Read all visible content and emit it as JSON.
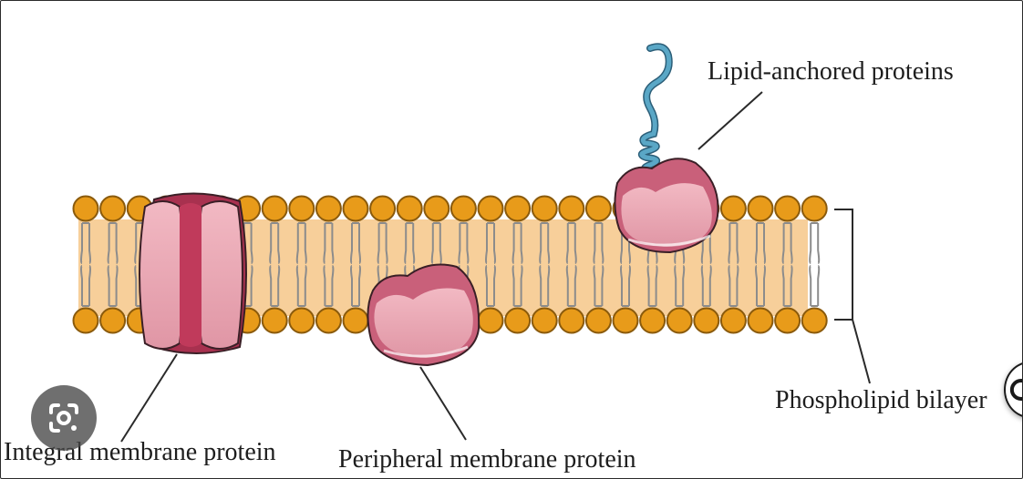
{
  "labels": {
    "lipid_anchored": "Lipid-anchored proteins",
    "bilayer": "Phospholipid bilayer",
    "integral": "Integral membrane protein",
    "peripheral": "Peripheral membrane protein"
  },
  "colors": {
    "lipid_head": "#e89b1a",
    "lipid_head_edge": "#8a5a0c",
    "tail_band": "#f7cf9a",
    "protein_light": "#e8a4b0",
    "protein_mid": "#c9607a",
    "protein_dark": "#a8314f",
    "chain": "#5aa7c6"
  },
  "icons": {
    "lens": "google-lens-icon",
    "side": "partial-circle-icon"
  }
}
